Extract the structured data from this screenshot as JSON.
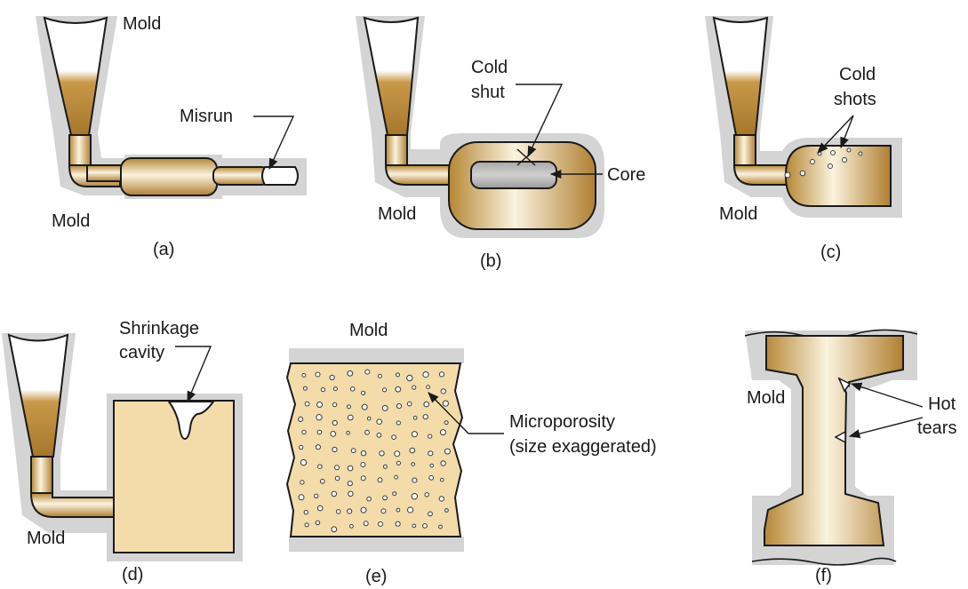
{
  "panels": {
    "a": {
      "caption": "(a)",
      "mold_top": "Mold",
      "mold_bottom": "Mold",
      "defect": "Misrun"
    },
    "b": {
      "caption": "(b)",
      "mold": "Mold",
      "defect_line1": "Cold",
      "defect_line2": "shut",
      "core": "Core"
    },
    "c": {
      "caption": "(c)",
      "mold": "Mold",
      "defect_line1": "Cold",
      "defect_line2": "shots"
    },
    "d": {
      "caption": "(d)",
      "mold": "Mold",
      "defect_line1": "Shrinkage",
      "defect_line2": "cavity"
    },
    "e": {
      "caption": "(e)",
      "mold": "Mold",
      "defect_line1": "Microporosity",
      "defect_line2": "(size exaggerated)"
    },
    "f": {
      "caption": "(f)",
      "mold": "Mold",
      "defect_line1": "Hot",
      "defect_line2": "tears"
    }
  },
  "colors": {
    "metal_light": "#fbf3df",
    "metal_dark": "#b07f30",
    "mold_gray": "#d4d4d4",
    "sand_fill": "#f3dcaa"
  }
}
